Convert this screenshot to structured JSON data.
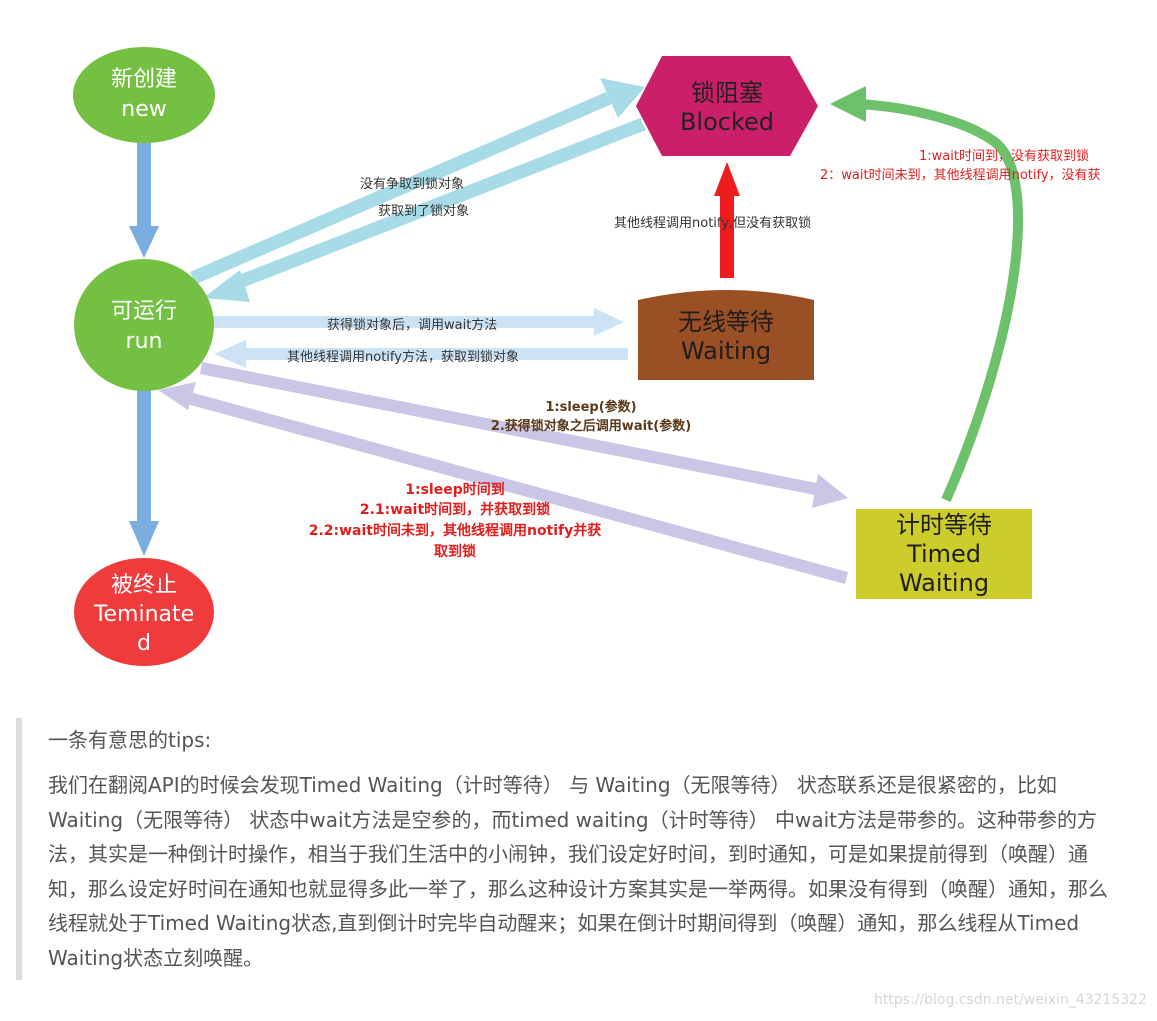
{
  "diagram": {
    "nodes": {
      "new": {
        "line1": "新创建",
        "line2": "new",
        "color": "#74c043"
      },
      "run": {
        "line1": "可运行",
        "line2": "run",
        "color": "#74c043"
      },
      "terminated": {
        "line1": "被终止",
        "line2": "Teminate",
        "line3": "d",
        "color": "#ef3b3b"
      },
      "blocked": {
        "line1": "锁阻塞",
        "line2": "Blocked",
        "color": "#cc1f6a"
      },
      "waiting": {
        "line1": "无线等待",
        "line2": "Waiting",
        "color": "#9a4f24"
      },
      "timed_waiting": {
        "line1": "计时等待",
        "line2": "Timed",
        "line3": "Waiting",
        "color": "#cccc2a"
      }
    },
    "edge_labels": {
      "run_to_blocked": "没有争取到锁对象",
      "blocked_to_run": "获取到了锁对象",
      "waiting_to_blocked": "其他线程调用notify,但没有获取锁",
      "run_to_waiting": "获得锁对象后，调用wait方法",
      "waiting_to_run": "其他线程调用notify方法，获取到锁对象",
      "run_to_timed_1": "1:sleep(参数)",
      "run_to_timed_2": "2.获得锁对象之后调用wait(参数)",
      "timed_to_run_1": "1:sleep时间到",
      "timed_to_run_2": "2.1:wait时间到，并获取到锁",
      "timed_to_run_3": "2.2:wait时间未到，其他线程调用notify并获",
      "timed_to_run_4": "取到锁",
      "timed_to_blocked_1": "1:wait时间到，没有获取到锁",
      "timed_to_blocked_2": "2：wait时间未到，其他线程调用notify，没有获"
    },
    "colors": {
      "blue_arrow": "#7aaee0",
      "cyan_arrow": "#a8dbe8",
      "light_blue_arrow": "#cce3f5",
      "lavender_arrow": "#c9c6e6",
      "red_arrow": "#ee1c1c",
      "green_arrow": "#6cc16a"
    }
  },
  "tips": {
    "title": "一条有意思的tips:",
    "body": "我们在翻阅API的时候会发现Timed Waiting（计时等待） 与 Waiting（无限等待） 状态联系还是很紧密的，比如Waiting（无限等待） 状态中wait方法是空参的，而timed waiting（计时等待） 中wait方法是带参的。这种带参的方法，其实是一种倒计时操作，相当于我们生活中的小闹钟，我们设定好时间，到时通知，可是如果提前得到（唤醒）通知，那么设定好时间在通知也就显得多此一举了，那么这种设计方案其实是一举两得。如果没有得到（唤醒）通知，那么线程就处于Timed Waiting状态,直到倒计时完毕自动醒来；如果在倒计时期间得到（唤醒）通知，那么线程从Timed Waiting状态立刻唤醒。"
  },
  "watermark": "https://blog.csdn.net/weixin_43215322"
}
